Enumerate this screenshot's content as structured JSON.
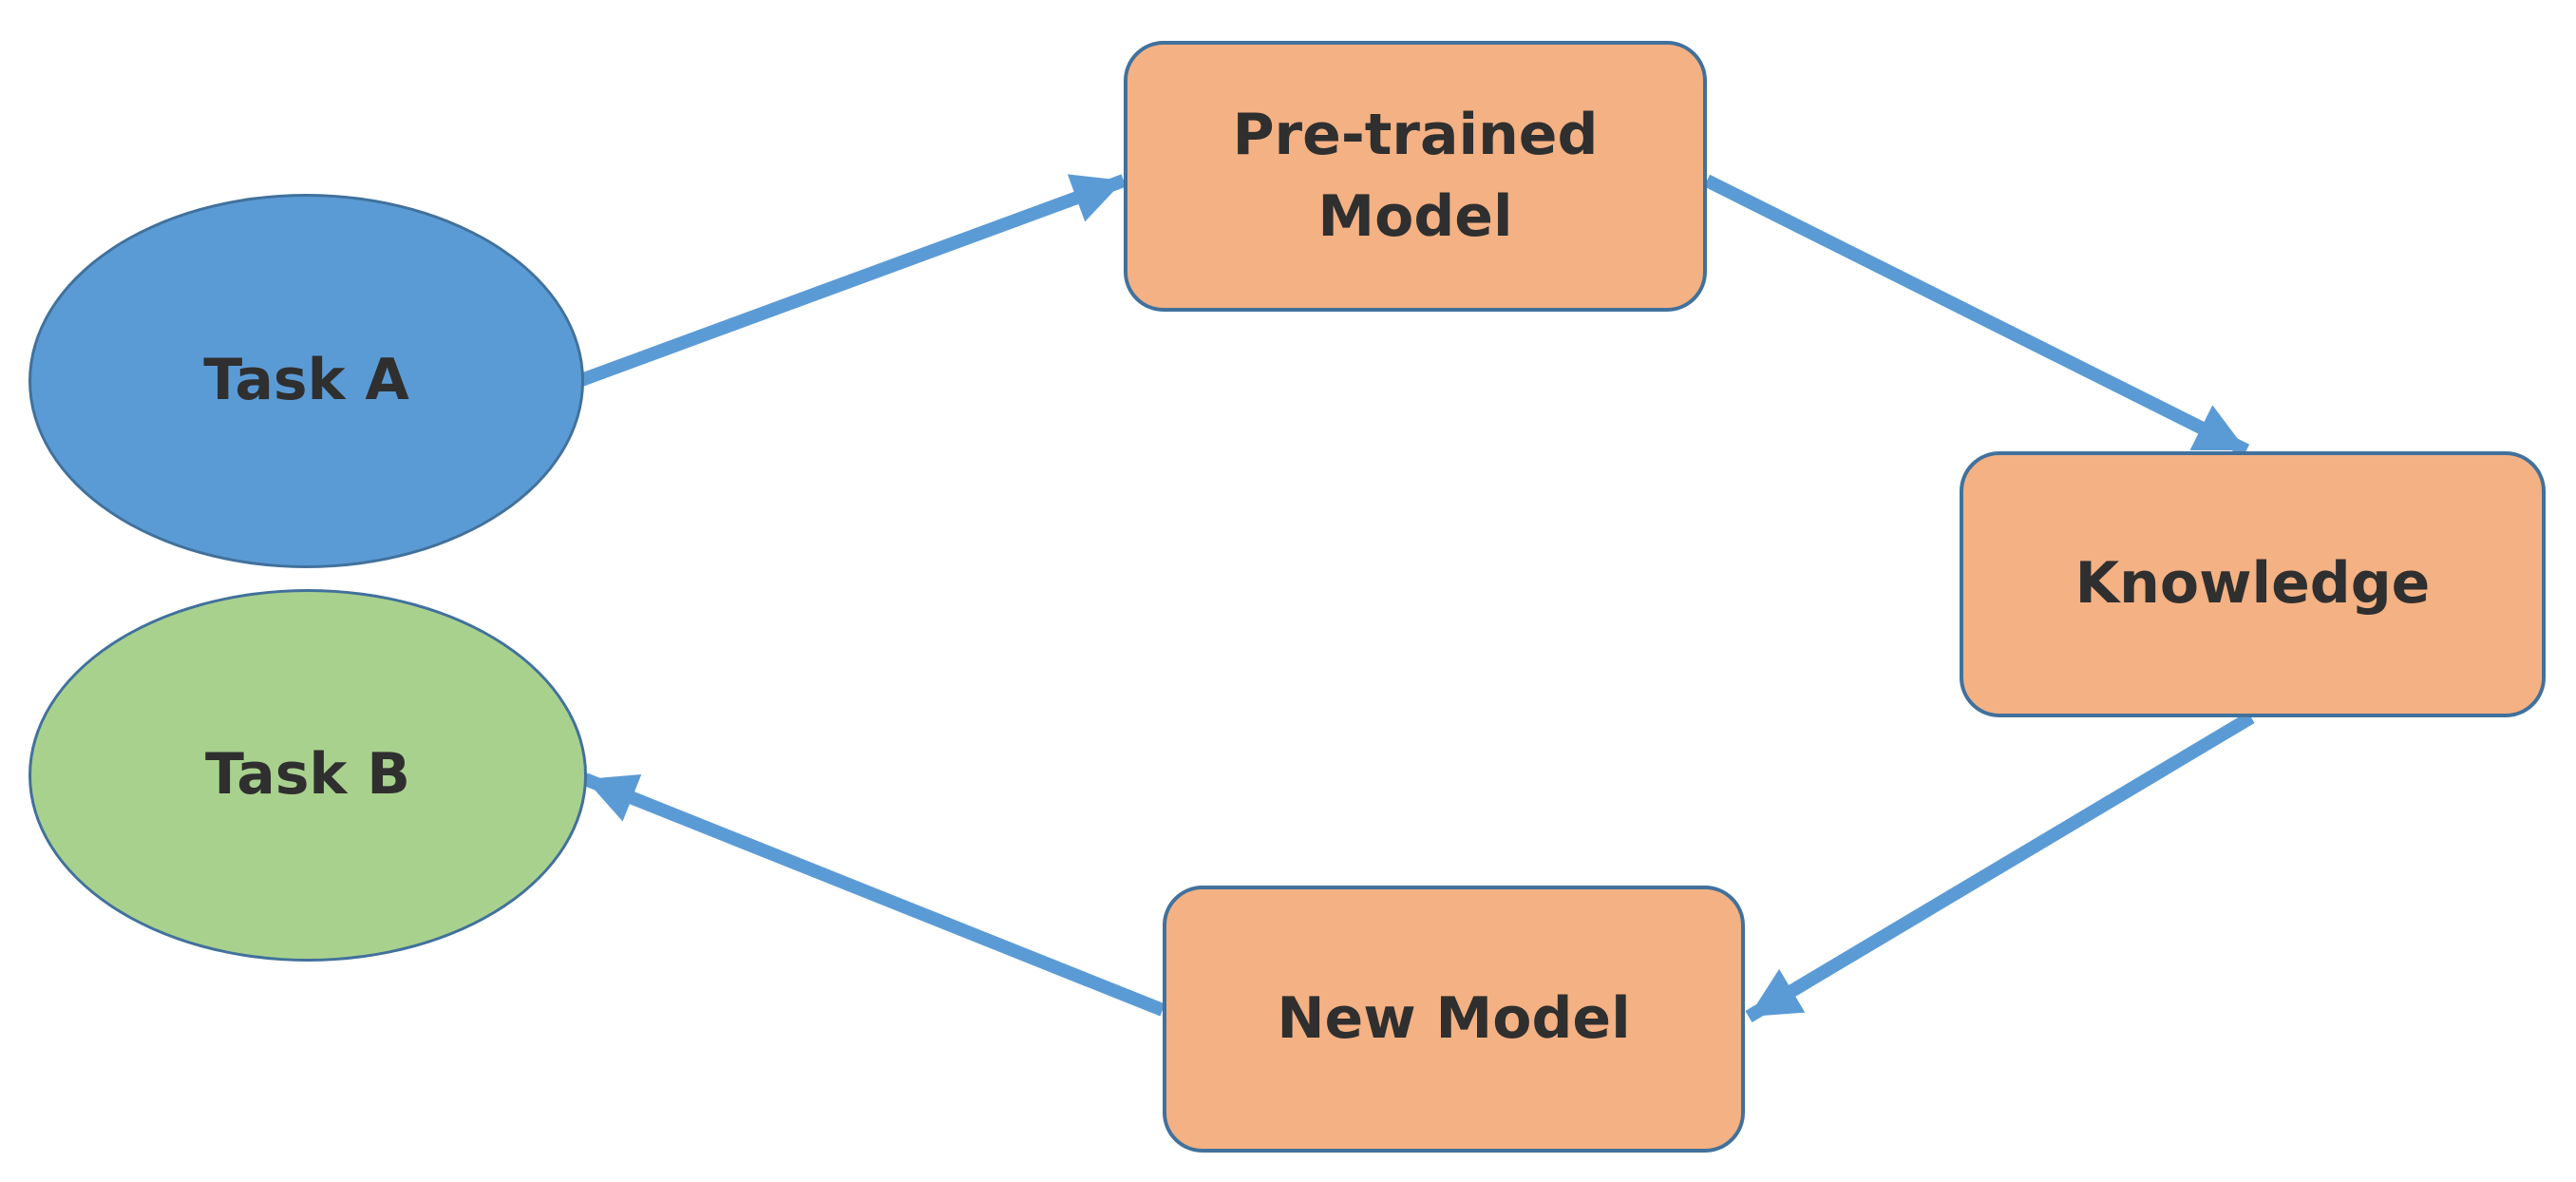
{
  "diagram": {
    "type": "flow-diagram",
    "background": "#ffffff",
    "text_color": "#2f2f2f",
    "arrow_color": "#5B9BD5",
    "border_color": "#41719C",
    "nodes": {
      "task_a": {
        "label": "Task A",
        "shape": "ellipse",
        "fill": "#5B9BD5",
        "border_color": "#41719C"
      },
      "task_b": {
        "label": "Task B",
        "shape": "ellipse",
        "fill": "#A9D18E",
        "border_color": "#41719C"
      },
      "pretrained_model": {
        "label": "Pre-trained Model",
        "shape": "rounded-rectangle",
        "fill": "#F4B183",
        "border_color": "#41719C"
      },
      "knowledge": {
        "label": "Knowledge",
        "shape": "rounded-rectangle",
        "fill": "#F4B183",
        "border_color": "#41719C"
      },
      "new_model": {
        "label": "New Model",
        "shape": "rounded-rectangle",
        "fill": "#F4B183",
        "border_color": "#41719C"
      }
    },
    "edges": [
      {
        "from": "Task A",
        "to": "Pre-trained Model"
      },
      {
        "from": "Pre-trained Model",
        "to": "Knowledge"
      },
      {
        "from": "Knowledge",
        "to": "New Model"
      },
      {
        "from": "New Model",
        "to": "Task B"
      }
    ]
  }
}
